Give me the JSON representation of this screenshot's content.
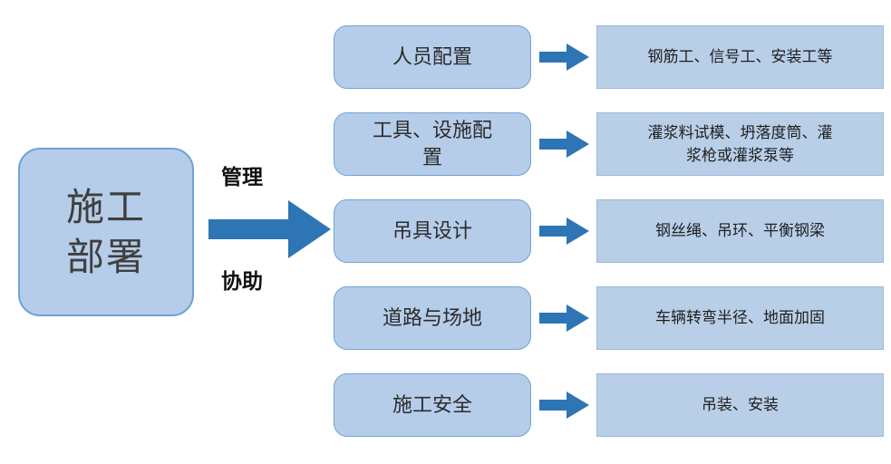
{
  "root": {
    "label": "施工\n部署"
  },
  "main_arrow": {
    "top_label": "管理",
    "bottom_label": "协助"
  },
  "rows": [
    {
      "category": "人员配置",
      "detail": "钢筋工、信号工、安装工等"
    },
    {
      "category": "工具、设施配\n置",
      "detail": "灌浆料试模、坍落度筒、灌\n浆枪或灌浆泵等"
    },
    {
      "category": "吊具设计",
      "detail": "钢丝绳、吊环、平衡钢梁"
    },
    {
      "category": "道路与场地",
      "detail": "车辆转弯半径、地面加固"
    },
    {
      "category": "施工安全",
      "detail": "吊装、安装"
    }
  ],
  "colors": {
    "node_fill": "#b6cde9",
    "node_border": "#6fa3d4",
    "arrow_fill": "#2e75b6"
  }
}
